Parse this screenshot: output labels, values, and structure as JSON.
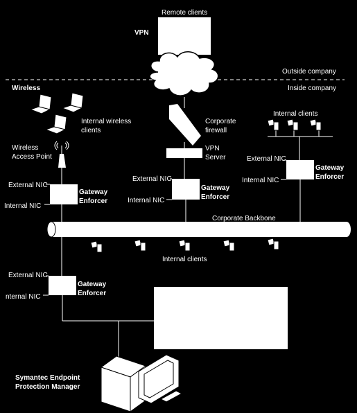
{
  "labels": {
    "remote_clients": "Remote clients",
    "vpn": "VPN",
    "outside_company": "Outside company",
    "inside_company": "Inside company",
    "wireless": "Wireless",
    "internal_wireless_clients": [
      "Internal wireless",
      "clients"
    ],
    "wireless_access_point": [
      "Wireless",
      "Access Point"
    ],
    "corporate_firewall": [
      "Corporate",
      "firewall"
    ],
    "vpn_server": [
      "VPN",
      "Server"
    ],
    "internal_clients_top": "Internal clients",
    "external_nic": "External NIC",
    "internal_nic": "Internal NIC",
    "internal_nic_cut": "nternal NIC",
    "gateway_enforcer": [
      "Gateway",
      "Enforcer"
    ],
    "corporate_backbone": "Corporate Backbone",
    "internal_clients_bottom": "Internal clients",
    "sepm": [
      "Symantec Endpoint",
      "Protection Manager"
    ]
  },
  "icons": {
    "cloud": "internet-cloud-icon",
    "laptop": "laptop-icon",
    "client": "client-computer-icon",
    "antenna": "wireless-antenna-icon",
    "firewall": "firewall-icon",
    "server": "server-tower-icon",
    "monitor": "monitor-icon"
  },
  "colors": {
    "background": "#000000",
    "foreground": "#ffffff"
  }
}
